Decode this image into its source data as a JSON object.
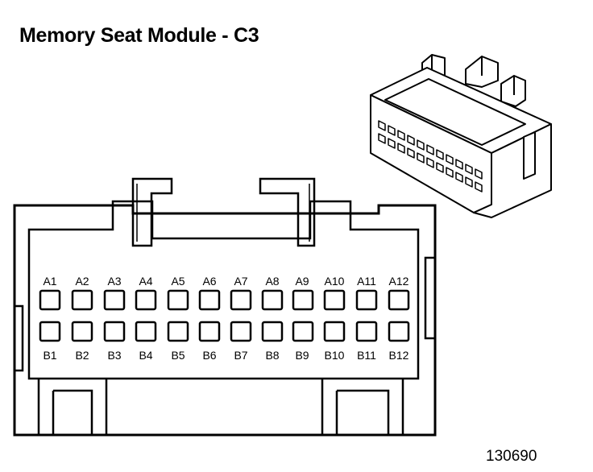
{
  "title": "Memory Seat Module - C3",
  "figure_id": "130690",
  "connector": {
    "row_a": [
      "A1",
      "A2",
      "A3",
      "A4",
      "A5",
      "A6",
      "A7",
      "A8",
      "A9",
      "A10",
      "A11",
      "A12"
    ],
    "row_b": [
      "B1",
      "B2",
      "B3",
      "B4",
      "B5",
      "B6",
      "B7",
      "B8",
      "B9",
      "B10",
      "B11",
      "B12"
    ]
  },
  "colors": {
    "line": "#000000",
    "background": "#ffffff"
  }
}
